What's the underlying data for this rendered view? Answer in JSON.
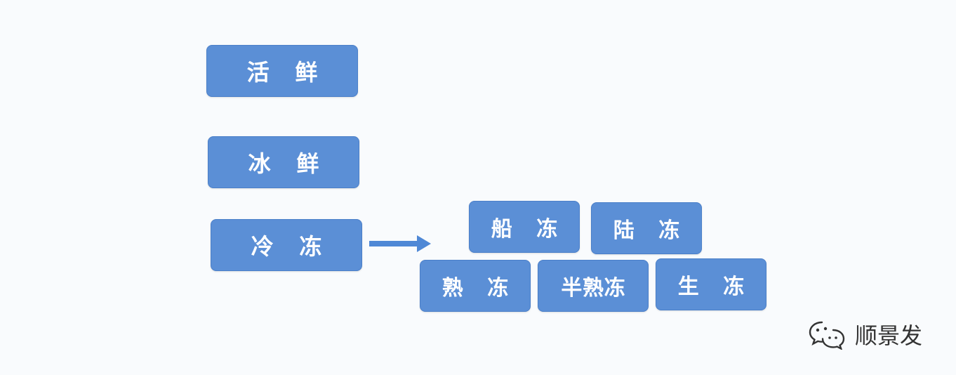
{
  "diagram": {
    "categories": {
      "live": "活 鲜",
      "chilled": "冰 鲜",
      "frozen": "冷 冻"
    },
    "frozen_types": {
      "ship_frozen": "船 冻",
      "land_frozen": "陆 冻",
      "cooked_frozen": "熟 冻",
      "semi_cooked_frozen": "半熟冻",
      "raw_frozen": "生 冻"
    }
  },
  "watermark": {
    "text": "顺景发",
    "icon": "wechat-icon"
  },
  "colors": {
    "box_fill": "#5b8fd6",
    "box_text": "#ffffff",
    "arrow": "#4f88d6",
    "background": "#f9fbfd"
  }
}
